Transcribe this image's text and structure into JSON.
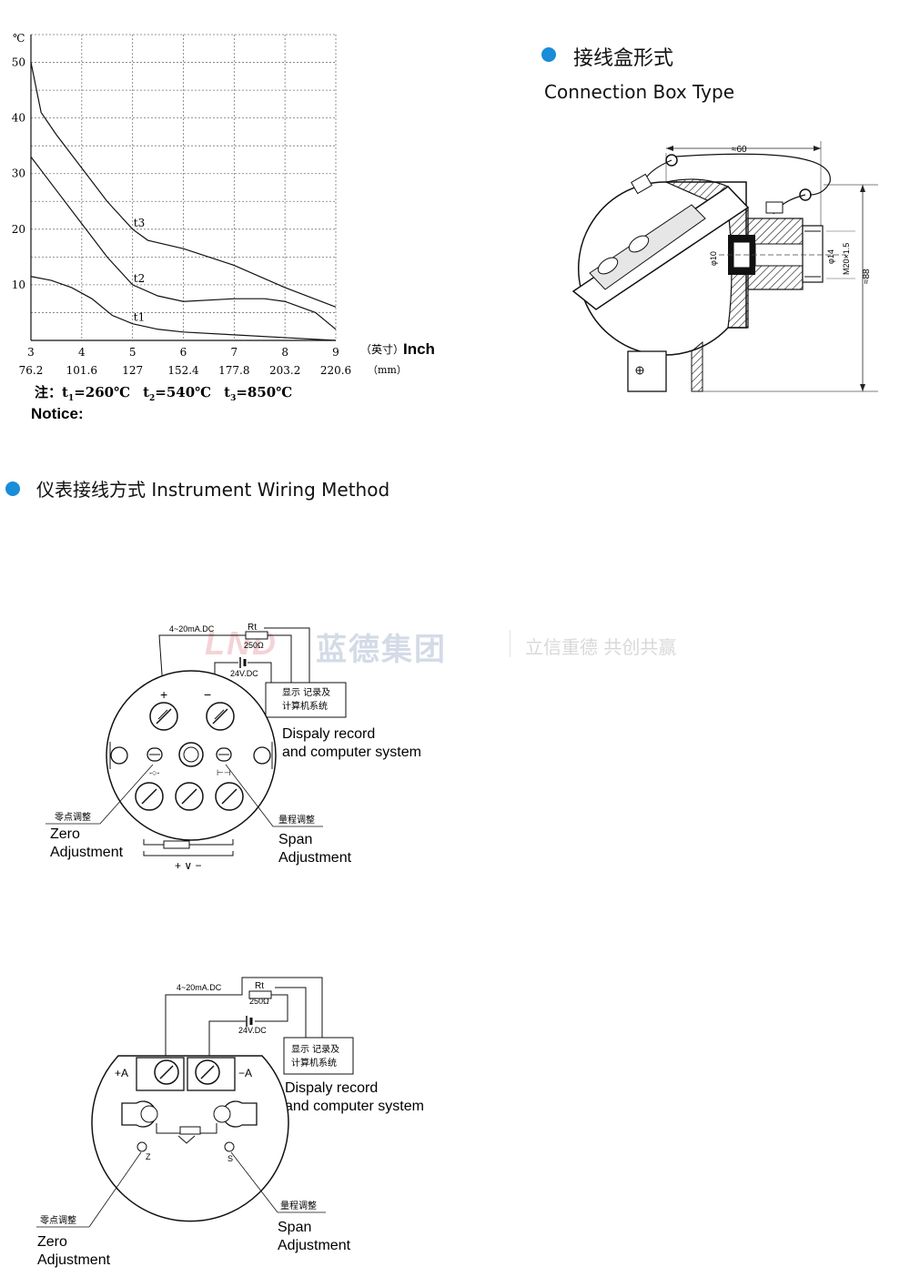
{
  "chart_data": {
    "type": "line",
    "y_unit": "℃",
    "x_unit_label": "Inch",
    "x_unit_cn": "（英寸）",
    "mm_unit": "（mm）",
    "x_ticks": [
      "3",
      "4",
      "5",
      "6",
      "7",
      "8",
      "9"
    ],
    "mm_ticks": [
      "76.2",
      "101.6",
      "127",
      "152.4",
      "177.8",
      "203.2",
      "220.6"
    ],
    "y_ticks": [
      "10",
      "20",
      "30",
      "40",
      "50"
    ],
    "xlim": [
      3,
      9
    ],
    "ylim": [
      0,
      55
    ],
    "grid": true,
    "series": [
      {
        "name": "t3",
        "x": [
          3,
          3.2,
          3.5,
          4,
          4.5,
          5,
          5.3,
          6,
          7,
          8,
          9
        ],
        "y": [
          50,
          41,
          37,
          31,
          25,
          20,
          18,
          16.5,
          13.5,
          9.5,
          6
        ]
      },
      {
        "name": "t2",
        "x": [
          3,
          3.5,
          4,
          4.5,
          5,
          5.5,
          6,
          7,
          7.6,
          8,
          8.6,
          9
        ],
        "y": [
          33,
          27,
          21,
          15,
          10,
          8,
          7,
          7.5,
          7.5,
          7,
          5,
          2
        ]
      },
      {
        "name": "t1",
        "x": [
          3,
          3.4,
          3.8,
          4.2,
          4.6,
          5,
          5.5,
          6,
          7,
          8,
          9
        ],
        "y": [
          11.5,
          10.8,
          9.5,
          7.5,
          4.5,
          3,
          2,
          1.5,
          1,
          0.5,
          0
        ]
      }
    ]
  },
  "notice": {
    "cn": "注：t",
    "t1": "=260℃",
    "t2": "=540℃",
    "t3": "=850℃",
    "label": "Notice:"
  },
  "conn_box": {
    "title_cn": "接线盒形式",
    "title_en": "Connection Box Type",
    "dim_60": "≈60",
    "dim_88": "≈88",
    "dim_phi10": "φ10",
    "dim_phi14": "φ14",
    "dim_m20": "M20×1.5"
  },
  "wiring": {
    "title": "仪表接线方式 Instrument Wiring Method",
    "watermark_brand": "蓝德集团",
    "watermark_slogan": "立信重德  共创共赢",
    "watermark_logo": "LND",
    "d1": {
      "current": "4~20mA.DC",
      "rt": "Rt",
      "ohm": "250Ω",
      "power": "24V.DC",
      "display_cn_1": "显示 记录及",
      "display_cn_2": "计算机系统",
      "display_en_1": "Dispaly record",
      "display_en_2": "and computer system",
      "zero_cn": "零点调整",
      "zero_en_1": "Zero",
      "zero_en_2": "Adjustment",
      "span_cn": "量程调整",
      "span_en_1": "Span",
      "span_en_2": "Adjustment",
      "plus": "+",
      "minus": "−",
      "bottom_pm": "+ ∨ −"
    },
    "d2": {
      "current": "4~20mA.DC",
      "rt": "Rt",
      "ohm": "250Ω",
      "power": "24V.DC",
      "display_cn_1": "显示 记录及",
      "display_cn_2": "计算机系统",
      "display_en_1": "Dispaly record",
      "display_en_2": "and computer system",
      "zero_cn": "零点调整",
      "zero_en_1": "Zero",
      "zero_en_2": "Adjustment",
      "span_cn": "量程调整",
      "span_en_1": "Span",
      "span_en_2": "Adjustment",
      "plus_a": "+A",
      "minus_a": "−A",
      "z": "Z",
      "s": "S"
    }
  }
}
